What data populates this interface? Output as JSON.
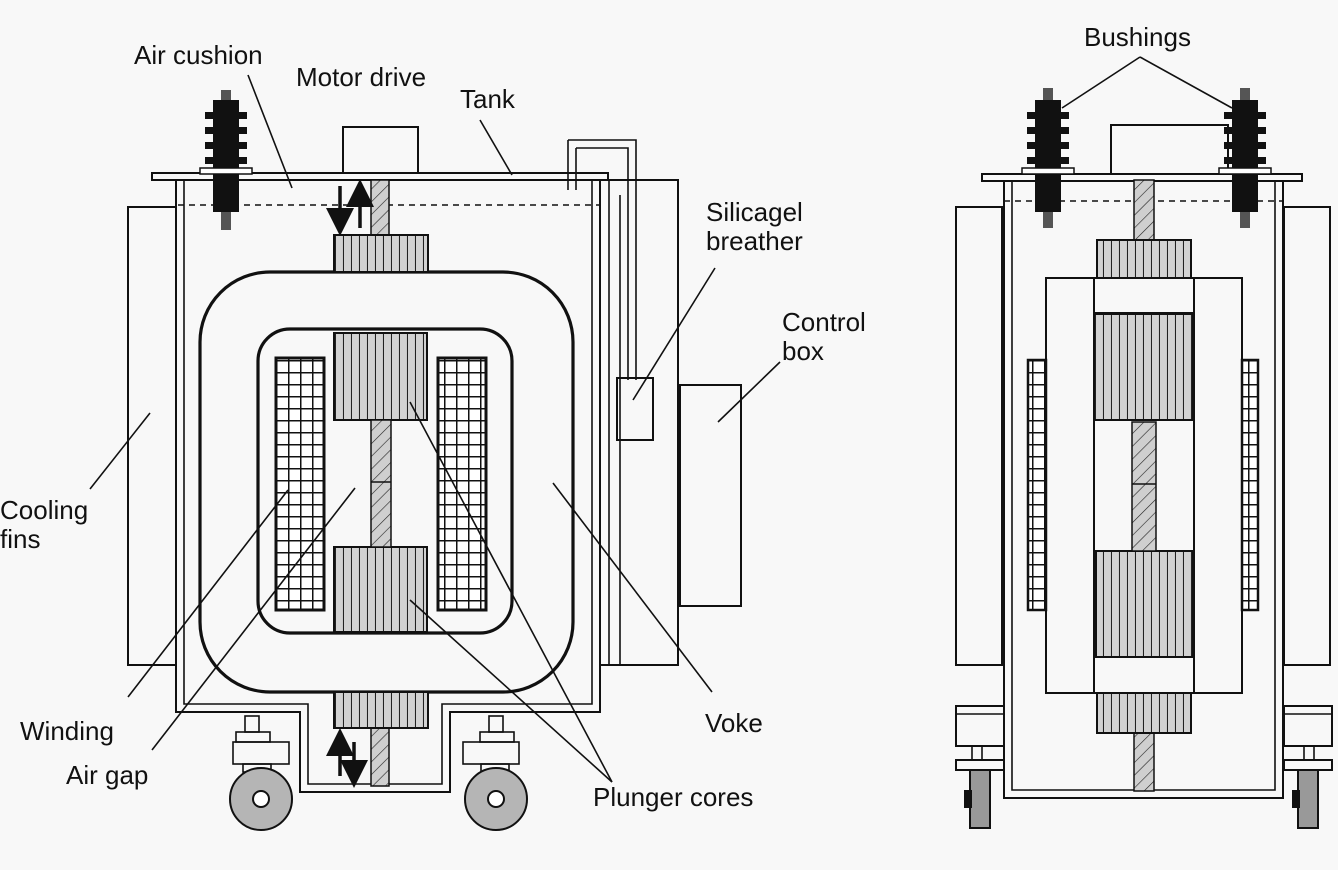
{
  "labels": {
    "air_cushion": "Air cushion",
    "motor_drive": "Motor drive",
    "tank": "Tank",
    "silicagel_1": "Silicagel",
    "silicagel_2": "breather",
    "control_1": "Control",
    "control_2": "box",
    "cooling_1": "Cooling",
    "cooling_2": "fins",
    "winding": "Winding",
    "air_gap": "Air gap",
    "voke": "Voke",
    "plunger_cores": "Plunger cores",
    "bushings": "Bushings"
  },
  "colors": {
    "background": "#f8f8f8",
    "line": "#111111",
    "core_fill": "#cfcfcf",
    "wheel_fill": "#b8b8b8",
    "bushing_fill": "#111111"
  }
}
